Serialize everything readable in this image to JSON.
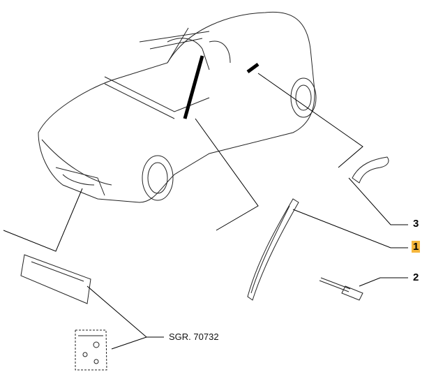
{
  "callouts": [
    {
      "id": "3",
      "label": "3",
      "highlighted": false
    },
    {
      "id": "1",
      "label": "1",
      "highlighted": true
    },
    {
      "id": "2",
      "label": "2",
      "highlighted": false
    }
  ],
  "reference": {
    "label": "SGR. 70732"
  },
  "colors": {
    "highlight": "#f6b73c",
    "line": "#000000"
  }
}
